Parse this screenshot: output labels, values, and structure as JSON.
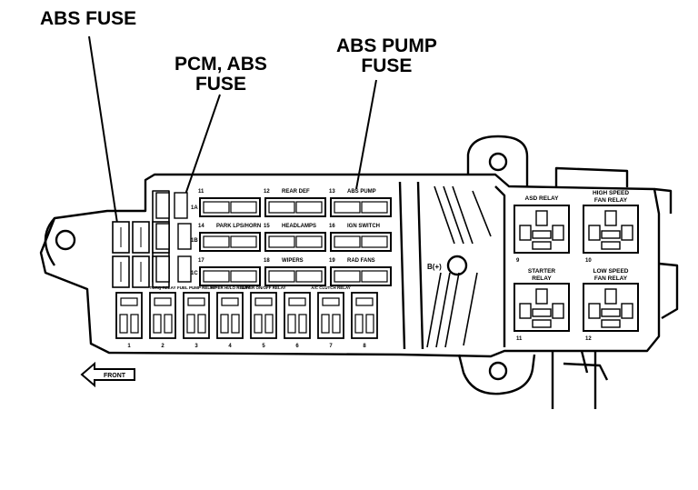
{
  "callouts": {
    "abs_fuse": "ABS FUSE",
    "pcm_abs_fuse_line1": "PCM, ABS",
    "pcm_abs_fuse_line2": "FUSE",
    "abs_pump_fuse_line1": "ABS PUMP",
    "abs_pump_fuse_line2": "FUSE"
  },
  "front_label": "FRONT",
  "fuses": [
    {
      "num": "11",
      "label": ""
    },
    {
      "num": "12",
      "label": "REAR DEF"
    },
    {
      "num": "13",
      "label": "ABS PUMP"
    },
    {
      "num": "14",
      "label": "PARK LPS/HORN"
    },
    {
      "num": "15",
      "label": "HEADLAMPS"
    },
    {
      "num": "16",
      "label": "IGN SWITCH"
    },
    {
      "num": "17",
      "label": ""
    },
    {
      "num": "18",
      "label": "WIPERS"
    },
    {
      "num": "19",
      "label": "RAD FANS"
    }
  ],
  "small_relays": [
    {
      "num": "1",
      "label": ""
    },
    {
      "num": "2",
      "label": "TORQ RELAY"
    },
    {
      "num": "3",
      "label": "FUEL PUMP RELAY"
    },
    {
      "num": "4",
      "label": "WIPER HI/LO RELAY"
    },
    {
      "num": "5",
      "label": "WIPER ON/OFF RELAY"
    },
    {
      "num": "6",
      "label": ""
    },
    {
      "num": "7",
      "label": "A/C CLUTCH RELAY"
    },
    {
      "num": "8",
      "label": ""
    }
  ],
  "large_relays": [
    {
      "num": "9",
      "label_line1": "ASD RELAY",
      "label_line2": ""
    },
    {
      "num": "10",
      "label_line1": "HIGH SPEED",
      "label_line2": "FAN RELAY"
    },
    {
      "num": "11",
      "label_line1": "STARTER",
      "label_line2": "RELAY"
    },
    {
      "num": "12",
      "label_line1": "LOW SPEED",
      "label_line2": "FAN RELAY"
    }
  ],
  "left_fuse_numbers": [
    "1A",
    "1B",
    "1C"
  ],
  "battery_terminal": "B(+)"
}
